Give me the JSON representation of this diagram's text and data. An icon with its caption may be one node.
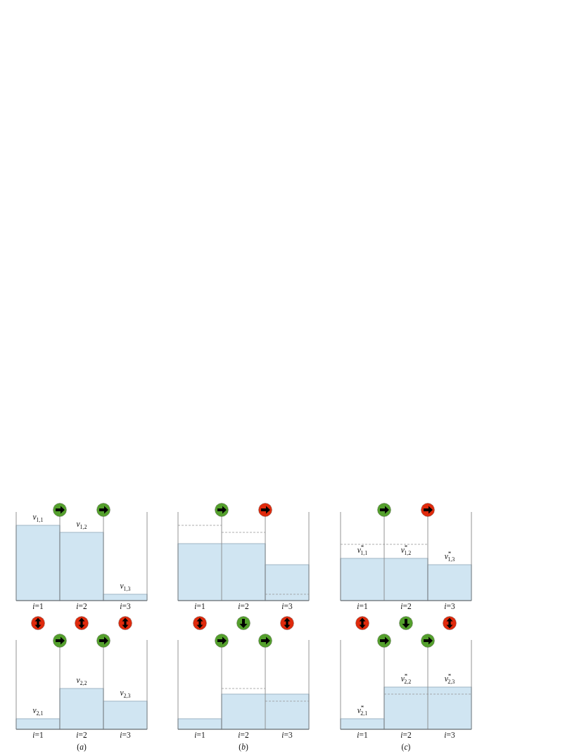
{
  "diagram": {
    "labels": [
      "*v*$_{1,1}$",
      "*v*$_{1,2}$",
      "*v*$_{1,3}$",
      "*i*=1",
      "*i*=2",
      "*i*=3",
      "*i*=1",
      "*i*=2",
      "*i*=3",
      "*v*$^{*}$$_{1,1}$",
      "*v*$^{*}$$_{1,2}$",
      "*v*$^{*}$$_{1,3}$",
      "*i*=1",
      "*i*=2",
      "*i*=3",
      "*v*$_{2,1}$",
      "*v*$_{2,2}$",
      "*v*$_{2,3}$",
      "*i*=1",
      "*i*=2",
      "*i*=3",
      "*i*=1",
      "*i*=2",
      "*i*=3",
      "*v*$^{*}$$_{2,1}$",
      "*v*$^{*}$$_{2,2}$",
      "*v*$^{*}$$_{2,3}$",
      "*i*=1",
      "*i*=2",
      "*i*=3",
      "(*a*)",
      "(*b*)",
      "(*c*)"
    ]
  }
}
